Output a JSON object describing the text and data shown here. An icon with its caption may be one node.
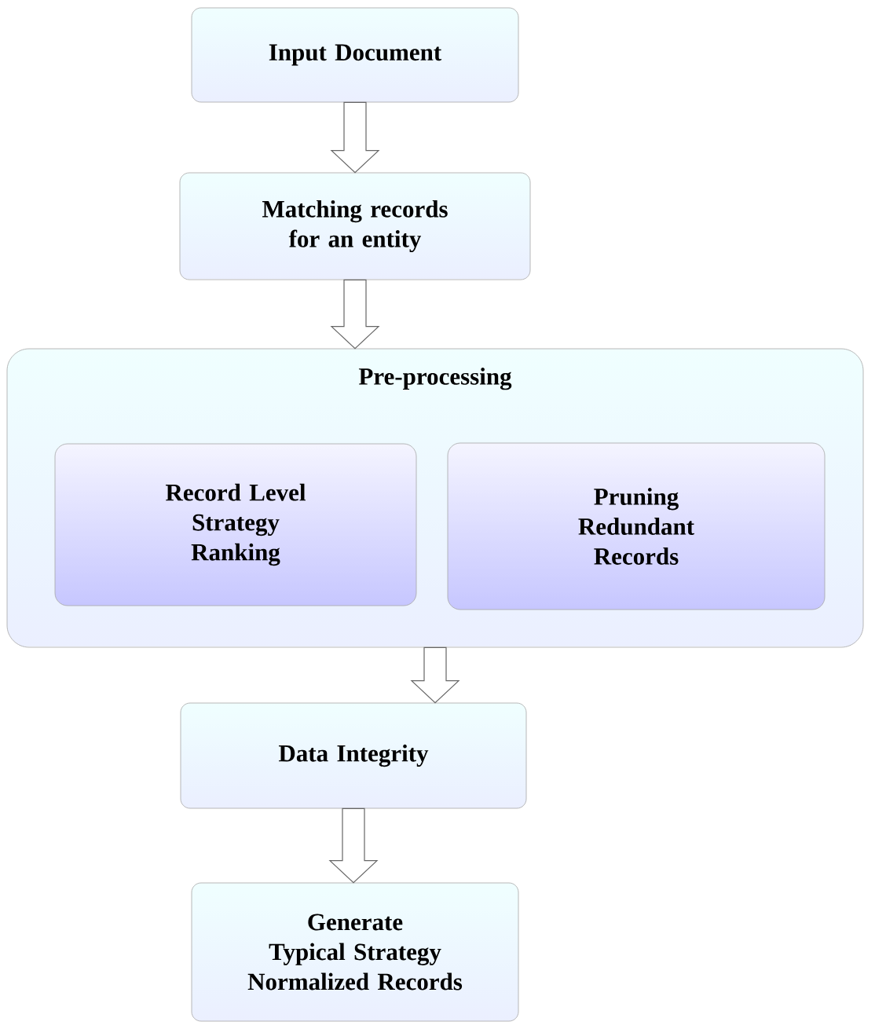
{
  "diagram": {
    "nodes": [
      {
        "text": [
          "Input Document"
        ]
      },
      {
        "text": [
          "Matching records for an entity"
        ]
      },
      {
        "text": [
          "Pre-processing"
        ]
      },
      {
        "text": [
          "Record Level Strategy Ranking"
        ],
        "in": 2
      },
      {
        "text": [
          "Pruning Redundant Records"
        ],
        "in": 2
      },
      {
        "text": [
          "Data Integrity"
        ]
      },
      {
        "text": [
          "Generate Typical Strategy Normalized Records"
        ]
      }
    ],
    "edges": [
      {
        "from": 0,
        "to": 1,
        "arrow": "to"
      },
      {
        "from": 1,
        "to": 2,
        "arrow": "to"
      },
      {
        "from": 2,
        "to": 5,
        "arrow": "to"
      },
      {
        "from": 5,
        "to": 6,
        "arrow": "to"
      }
    ]
  }
}
